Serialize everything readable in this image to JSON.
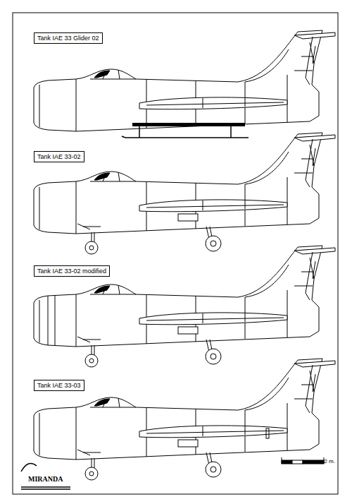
{
  "diagram": {
    "nodes": [
      {
        "text": [
          "Tank IAE 33 Glider 02"
        ]
      },
      {
        "text": [
          "Tank IAE 33-02"
        ]
      },
      {
        "text": [
          "Tank IAE 33-02 modified"
        ]
      },
      {
        "text": [
          "Tank IAE 33-03"
        ]
      }
    ],
    "labels": [
      "2 m.",
      "MIRANDA"
    ]
  }
}
